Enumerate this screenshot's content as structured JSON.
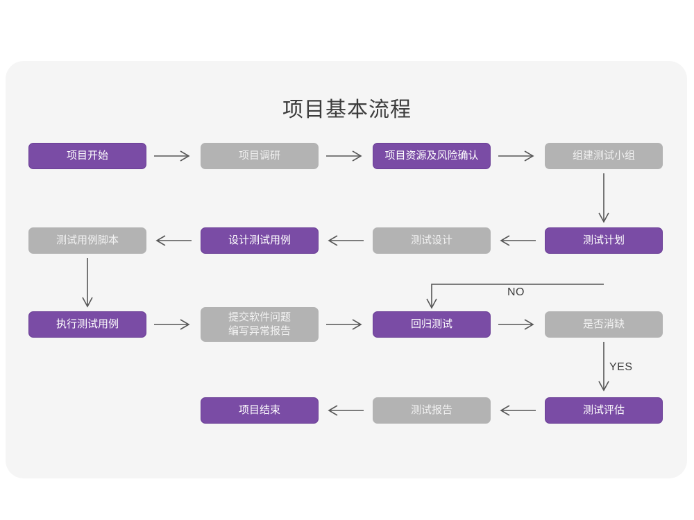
{
  "page": {
    "background_color": "#ffffff",
    "panel_color": "#f5f5f5"
  },
  "chart_data": {
    "type": "diagram",
    "title": "项目基本流程",
    "colors": {
      "active_node": "#7a4ca5",
      "inactive_node": "#b3b3b3",
      "active_text": "#ffffff",
      "inactive_text": "#f1f1f1",
      "edge": "#555555",
      "panel": "#f5f5f5",
      "title_text": "#3c3c3c"
    },
    "nodes": [
      {
        "id": "n1",
        "label": "项目开始",
        "style": "purple",
        "row": 1,
        "col": 1
      },
      {
        "id": "n2",
        "label": "项目调研",
        "style": "gray",
        "row": 1,
        "col": 2
      },
      {
        "id": "n3",
        "label": "项目资源及风险确认",
        "style": "purple",
        "row": 1,
        "col": 3
      },
      {
        "id": "n4",
        "label": "组建测试小组",
        "style": "gray",
        "row": 1,
        "col": 4
      },
      {
        "id": "n5",
        "label": "测试用例脚本",
        "style": "gray",
        "row": 2,
        "col": 1
      },
      {
        "id": "n6",
        "label": "设计测试用例",
        "style": "purple",
        "row": 2,
        "col": 2
      },
      {
        "id": "n7",
        "label": "测试设计",
        "style": "gray",
        "row": 2,
        "col": 3
      },
      {
        "id": "n8",
        "label": "测试计划",
        "style": "purple",
        "row": 2,
        "col": 4
      },
      {
        "id": "n9",
        "label": "执行测试用例",
        "style": "purple",
        "row": 3,
        "col": 1
      },
      {
        "id": "n10",
        "label": "提交软件问题\n编写异常报告",
        "style": "gray",
        "row": 3,
        "col": 2
      },
      {
        "id": "n11",
        "label": "回归测试",
        "style": "purple",
        "row": 3,
        "col": 3
      },
      {
        "id": "n12",
        "label": "是否消缺",
        "style": "gray",
        "row": 3,
        "col": 4
      },
      {
        "id": "n13",
        "label": "项目结束",
        "style": "purple",
        "row": 4,
        "col": 2
      },
      {
        "id": "n14",
        "label": "测试报告",
        "style": "gray",
        "row": 4,
        "col": 3
      },
      {
        "id": "n15",
        "label": "测试评估",
        "style": "purple",
        "row": 4,
        "col": 4
      }
    ],
    "edges": [
      {
        "from": "n1",
        "to": "n2",
        "label": "",
        "direction": "right"
      },
      {
        "from": "n2",
        "to": "n3",
        "label": "",
        "direction": "right"
      },
      {
        "from": "n3",
        "to": "n4",
        "label": "",
        "direction": "right"
      },
      {
        "from": "n4",
        "to": "n8",
        "label": "",
        "direction": "down"
      },
      {
        "from": "n8",
        "to": "n7",
        "label": "",
        "direction": "left"
      },
      {
        "from": "n7",
        "to": "n6",
        "label": "",
        "direction": "left"
      },
      {
        "from": "n6",
        "to": "n5",
        "label": "",
        "direction": "left"
      },
      {
        "from": "n5",
        "to": "n9",
        "label": "",
        "direction": "down"
      },
      {
        "from": "n9",
        "to": "n10",
        "label": "",
        "direction": "right"
      },
      {
        "from": "n10",
        "to": "n11",
        "label": "",
        "direction": "right"
      },
      {
        "from": "n11",
        "to": "n12",
        "label": "",
        "direction": "right"
      },
      {
        "from": "n12",
        "to": "n11",
        "label": "NO",
        "direction": "loop-up-left"
      },
      {
        "from": "n12",
        "to": "n15",
        "label": "YES",
        "direction": "down"
      },
      {
        "from": "n15",
        "to": "n14",
        "label": "",
        "direction": "left"
      },
      {
        "from": "n14",
        "to": "n13",
        "label": "",
        "direction": "left"
      }
    ],
    "edge_labels": {
      "no": "NO",
      "yes": "YES"
    }
  }
}
